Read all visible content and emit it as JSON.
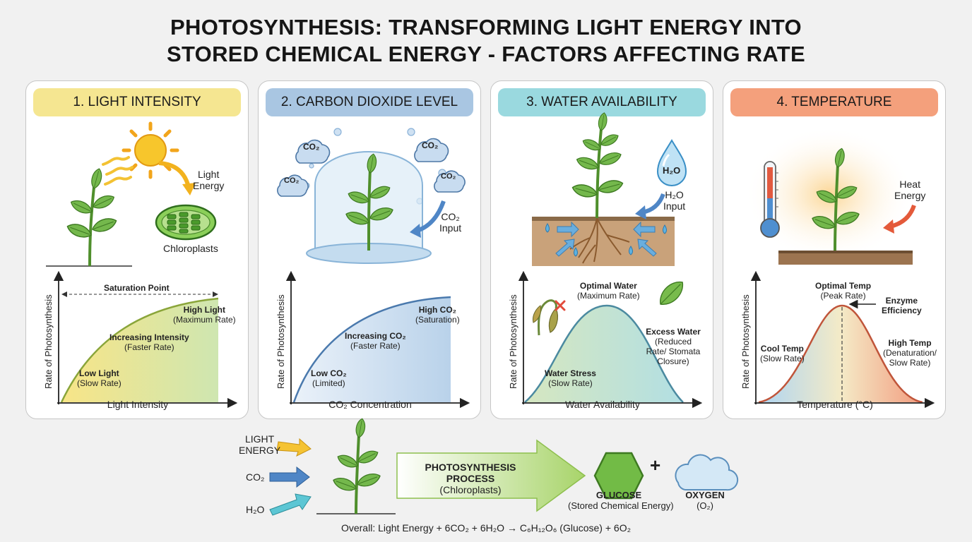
{
  "title": {
    "line1": "PHOTOSYNTHESIS: TRANSFORMING LIGHT ENERGY INTO",
    "line2": "STORED CHEMICAL ENERGY - FACTORS AFFECTING RATE"
  },
  "panels": [
    {
      "header": "1. LIGHT INTENSITY",
      "color": "#f5e691",
      "illustration": [
        "Light",
        "Energy",
        "Chloroplasts"
      ],
      "ylabel": "Rate of Photosynthesis",
      "xlabel": "Light Intensity",
      "annotations": [
        {
          "title": "Saturation Point",
          "sub": ""
        },
        {
          "title": "High Light",
          "sub": "(Maximum Rate)"
        },
        {
          "title": "Increasing Intensity",
          "sub": "(Faster Rate)"
        },
        {
          "title": "Low Light",
          "sub": "(Slow Rate)"
        }
      ]
    },
    {
      "header": "2. CARBON DIOXIDE LEVEL",
      "color": "#a9c6e2",
      "illustration": [
        "CO₂",
        "CO₂",
        "CO₂",
        "CO₂",
        "CO₂",
        "Input"
      ],
      "ylabel": "Rate of Photosynthesis",
      "xlabel": "CO₂ Concentration",
      "annotations": [
        {
          "title": "High CO₂",
          "sub": "(Saturation)"
        },
        {
          "title": "Increasing CO₂",
          "sub": "(Faster Rate)"
        },
        {
          "title": "Low CO₂",
          "sub": "(Limited)"
        }
      ]
    },
    {
      "header": "3. WATER AVAILABILITY",
      "color": "#9ad9df",
      "illustration": [
        "H₂O",
        "H₂O",
        "Input"
      ],
      "ylabel": "Rate of Photosynthesis",
      "xlabel": "Water Availability",
      "annotations": [
        {
          "title": "Optimal Water",
          "sub": "(Maximum Rate)"
        },
        {
          "title": "Excess Water",
          "sub": "(Reduced Rate/ Stomata Closure)"
        },
        {
          "title": "Water Stress",
          "sub": "(Slow Rate)"
        }
      ]
    },
    {
      "header": "4. TEMPERATURE",
      "color": "#f4a07c",
      "illustration": [
        "Heat",
        "Energy"
      ],
      "ylabel": "Rate of Photosynthesis",
      "xlabel": "Temperature (°C)",
      "annotations": [
        {
          "title": "Optimal Temp",
          "sub": "(Peak Rate)"
        },
        {
          "title": "Enzyme",
          "sub": "Efficiency"
        },
        {
          "title": "Cool Temp",
          "sub": "(Slow Rate)"
        },
        {
          "title": "High Temp",
          "sub": "(Denaturation/ Slow Rate)"
        }
      ]
    }
  ],
  "summary": {
    "inputs": [
      "LIGHT",
      "ENERGY",
      "CO₂",
      "H₂O"
    ],
    "process_title": "PHOTOSYNTHESIS PROCESS",
    "process_sub": "(Chloroplasts)",
    "plus": "+",
    "glucose_title": "GLUCOSE",
    "glucose_sub": "(Stored Chemical Energy)",
    "oxygen_title": "OXYGEN",
    "oxygen_sub": "(O₂)",
    "equation": "Overall: Light Energy + 6CO₂ + 6H₂O → C₆H₁₂O₆ (Glucose) + 6O₂"
  },
  "colors": {
    "leaf": "#6fb24a",
    "stem": "#4f8f2c",
    "soil": "#a87c52",
    "arrow_orange": "#f2b21e",
    "arrow_blue": "#4f86c6",
    "arrow_red": "#e45a3a",
    "water": "#5fb2e0"
  }
}
